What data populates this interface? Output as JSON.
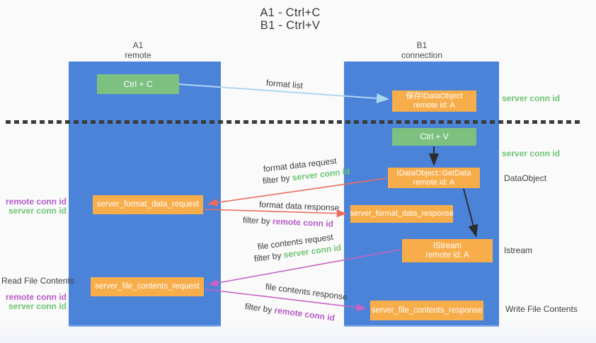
{
  "title": {
    "line1": "A1 - Ctrl+C",
    "line2": "B1 - Ctrl+V"
  },
  "lanes": {
    "a1": {
      "name": "A1",
      "role": "remote"
    },
    "b1": {
      "name": "B1",
      "role": "connection"
    }
  },
  "nodes": {
    "ctrl_c": {
      "label": "Ctrl + C"
    },
    "ctrl_v": {
      "label": "Ctrl + V"
    },
    "save_idataobject": {
      "line1": "保存IDataObject",
      "line2": "remote id: A"
    },
    "idataobject_getdata": {
      "line1": "IDataObject::GetData",
      "line2": "remote id: A"
    },
    "istream": {
      "line1": "IStream",
      "line2": "remote id: A"
    },
    "server_format_data_request": {
      "label": "server_format_data_request"
    },
    "server_format_data_response": {
      "label": "server_format_data_response"
    },
    "server_file_contents_request": {
      "label": "server_file_contents_request"
    },
    "server_file_contents_response": {
      "label": "server_file_contents_response"
    }
  },
  "annotations": {
    "server_conn_id_top": "server conn id",
    "server_conn_id_mid": "server conn id",
    "dataobject": "DataObject",
    "istream": "Istream",
    "write_file_contents": "Write File Contents",
    "read_file_contents": "Read File Contents",
    "format_left_remote": "remote conn id",
    "format_left_server": "server conn id",
    "file_left_remote": "remote conn id",
    "file_left_server": "server conn id"
  },
  "arrow_labels": {
    "format_list": "format list",
    "format_data_request": "format data request",
    "format_request_filter_prefix": "filter by ",
    "format_request_filter_key": "server conn id",
    "format_data_response": "format data response",
    "format_response_filter_prefix": "filter by ",
    "format_response_filter_key": "remote conn id",
    "file_contents_request": "file contents request",
    "file_request_filter_prefix": "filter by ",
    "file_request_filter_key": "server conn id",
    "file_contents_response": "file contents response",
    "file_response_filter_prefix": "filter by ",
    "file_response_filter_key": "remote conn id"
  },
  "colors": {
    "lane_blue": "#4b83d8",
    "node_green": "#7dc181",
    "node_orange": "#f8ad4b",
    "arrow_lightblue": "#aed6f2",
    "arrow_red": "#ee6b5e",
    "arrow_magenta": "#c763c5",
    "arrow_black": "#2d2d2d",
    "text_green": "#6ec573",
    "text_purple": "#b55bc7",
    "text_dark": "#3f3f3f",
    "background": "#fafafa"
  }
}
